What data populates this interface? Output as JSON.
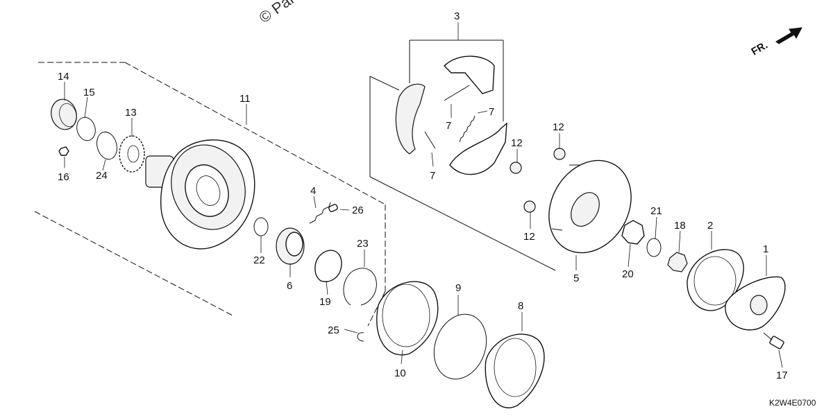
{
  "watermark": "© Parts",
  "direction_label": "FR.",
  "diagram_code": "K2W4E0700",
  "callouts": [
    {
      "id": "c1",
      "label": "1"
    },
    {
      "id": "c2",
      "label": "2"
    },
    {
      "id": "c3",
      "label": "3"
    },
    {
      "id": "c4",
      "label": "4"
    },
    {
      "id": "c5",
      "label": "5"
    },
    {
      "id": "c6",
      "label": "6"
    },
    {
      "id": "c7a",
      "label": "7"
    },
    {
      "id": "c7b",
      "label": "7"
    },
    {
      "id": "c7c",
      "label": "7"
    },
    {
      "id": "c8",
      "label": "8"
    },
    {
      "id": "c9",
      "label": "9"
    },
    {
      "id": "c10",
      "label": "10"
    },
    {
      "id": "c11",
      "label": "11"
    },
    {
      "id": "c12a",
      "label": "12"
    },
    {
      "id": "c12b",
      "label": "12"
    },
    {
      "id": "c12c",
      "label": "12"
    },
    {
      "id": "c13",
      "label": "13"
    },
    {
      "id": "c14",
      "label": "14"
    },
    {
      "id": "c15",
      "label": "15"
    },
    {
      "id": "c16",
      "label": "16"
    },
    {
      "id": "c17",
      "label": "17"
    },
    {
      "id": "c18",
      "label": "18"
    },
    {
      "id": "c19",
      "label": "19"
    },
    {
      "id": "c20",
      "label": "20"
    },
    {
      "id": "c21",
      "label": "21"
    },
    {
      "id": "c22",
      "label": "22"
    },
    {
      "id": "c23",
      "label": "23"
    },
    {
      "id": "c24",
      "label": "24"
    },
    {
      "id": "c25",
      "label": "25"
    },
    {
      "id": "c26",
      "label": "26"
    }
  ]
}
